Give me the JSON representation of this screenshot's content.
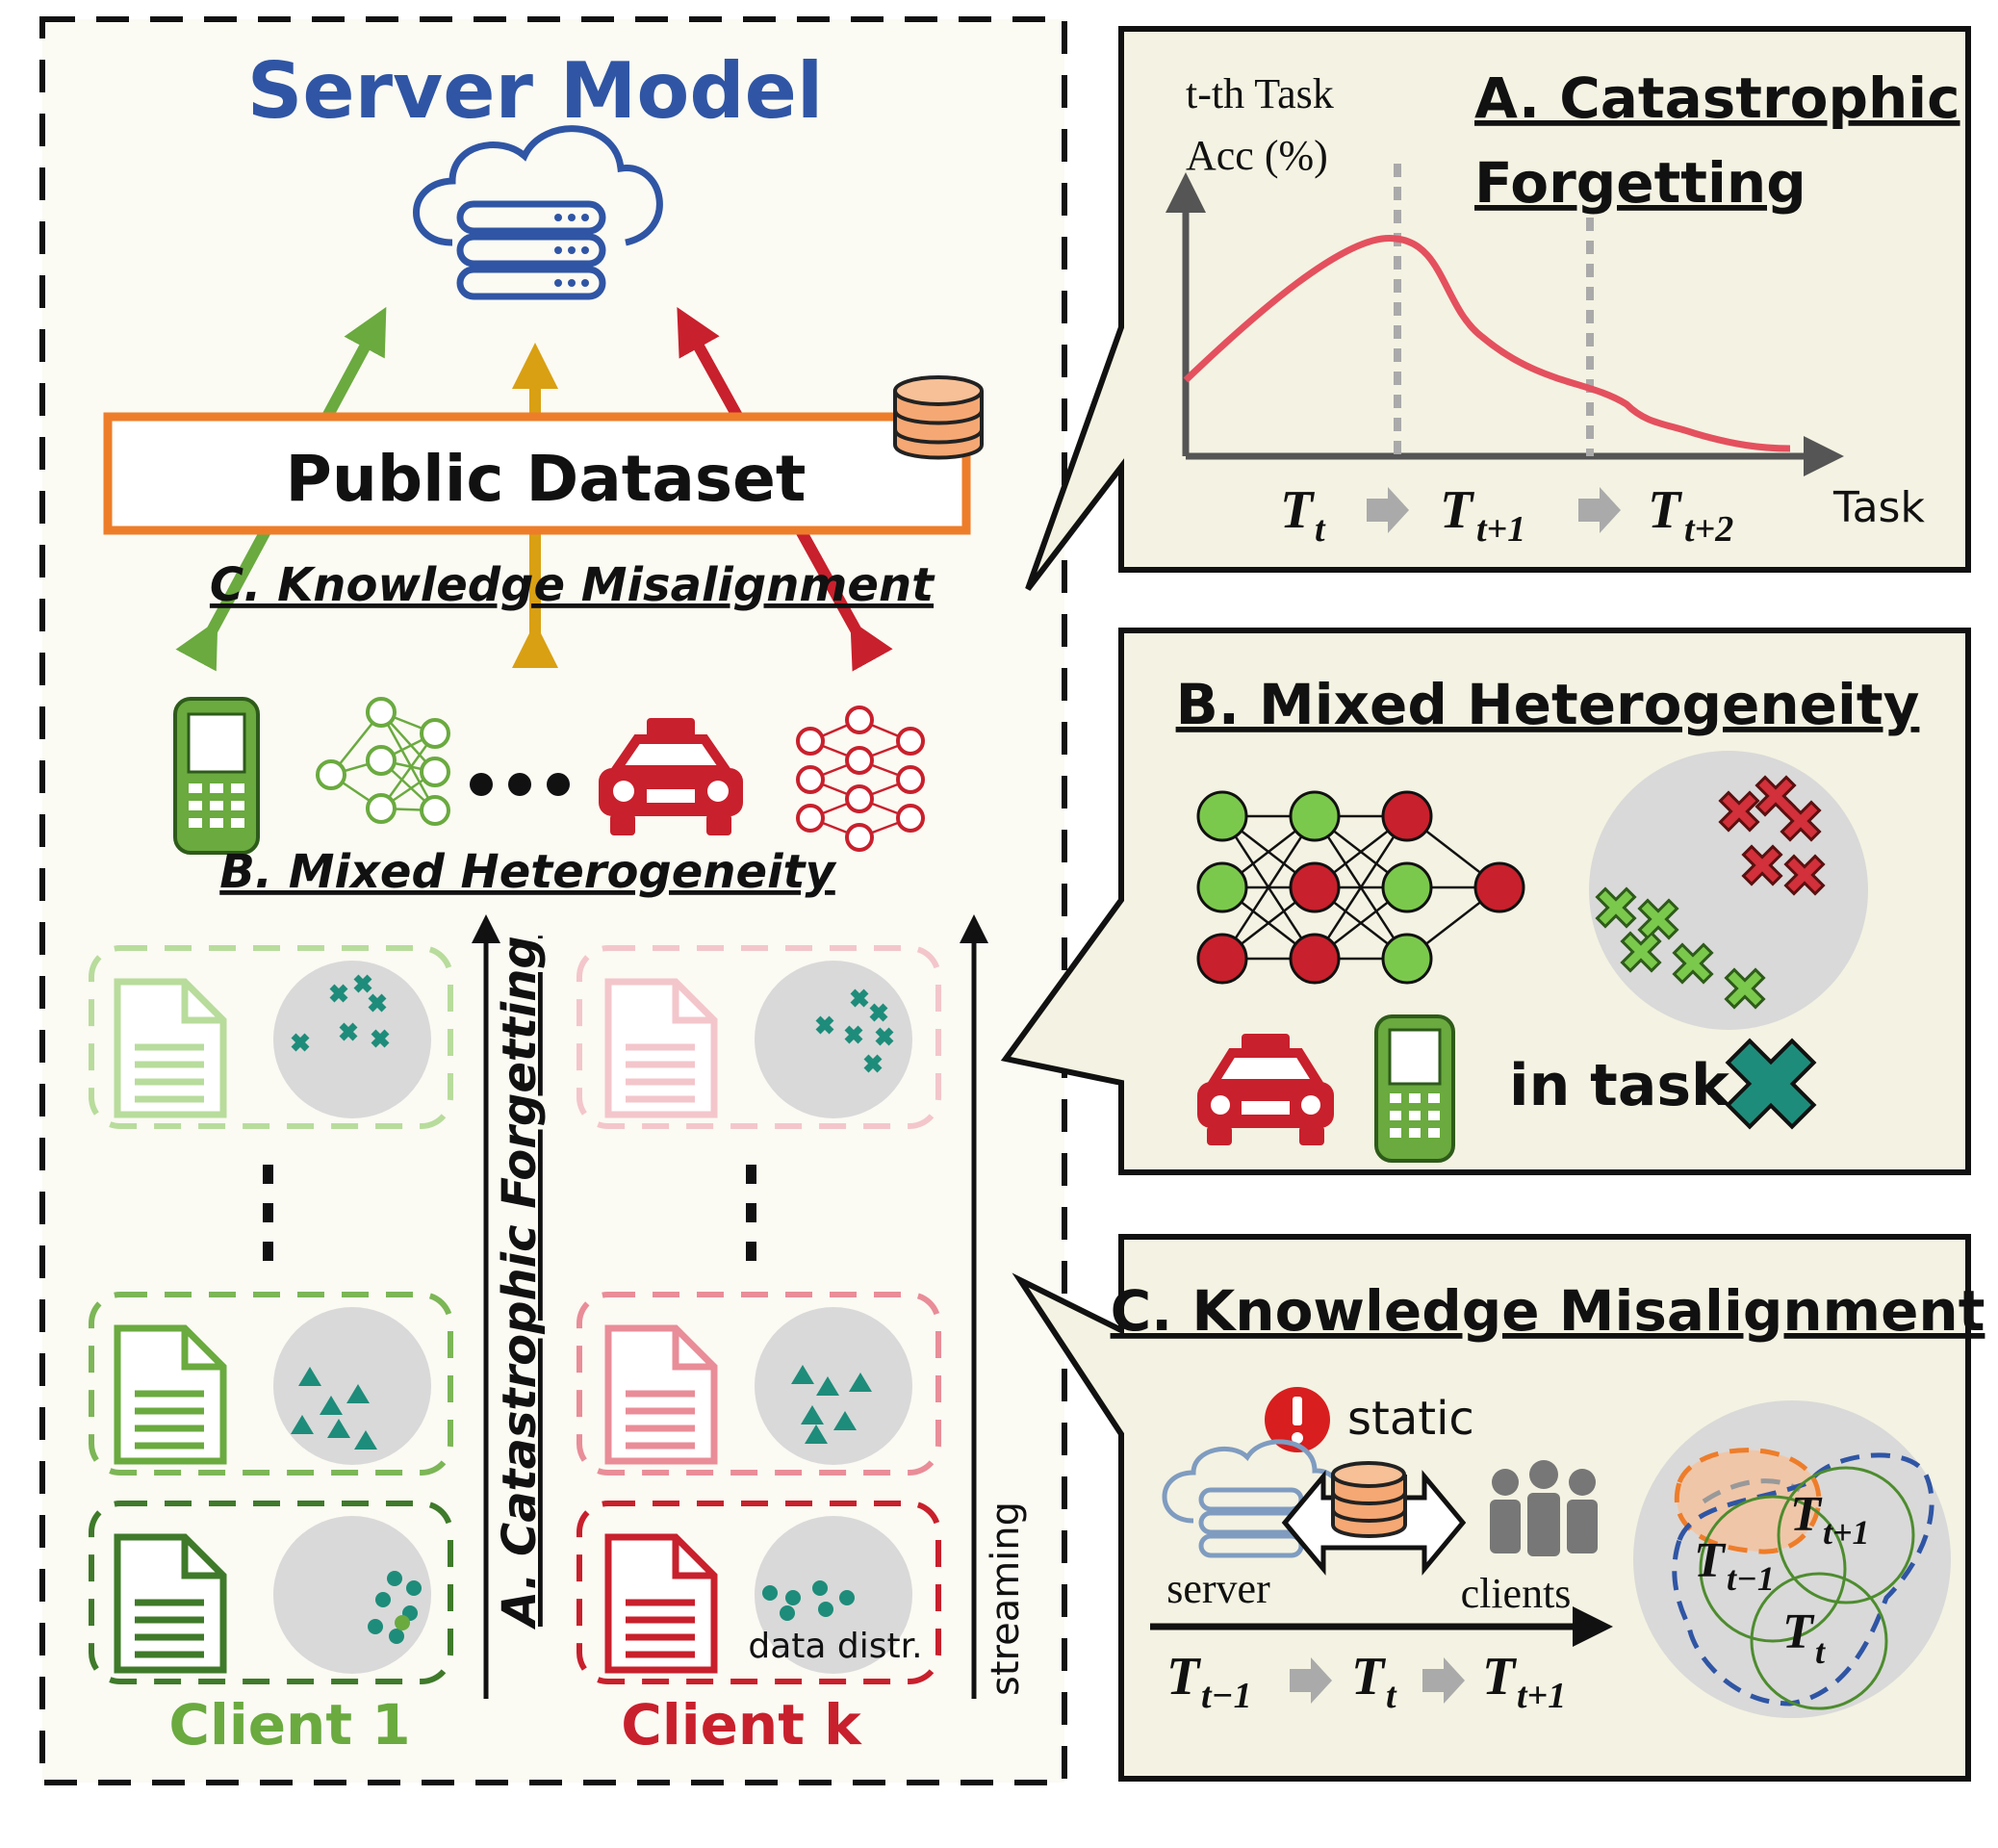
{
  "server": {
    "title": "Server Model",
    "public_dataset": "Public Dataset",
    "label_knowledge_misalignment": "C. Knowledge Misalignment",
    "label_mixed_heterogeneity": "B. Mixed Heterogeneity",
    "label_catastrophic_forgetting": "A. Catastrophic Forgetting",
    "label_streaming": "streaming",
    "label_data_distr": "data distr.",
    "client_1": "Client 1",
    "client_k": "Client k"
  },
  "panel_a": {
    "title_line1": "A. Catastrophic",
    "title_line2": "Forgetting",
    "ylabel_line1": "t-th Task",
    "ylabel_line2": "Acc (%)",
    "xlabel": "Task",
    "tasks": [
      {
        "base": "T",
        "sub": "t"
      },
      {
        "base": "T",
        "sub": "t+1"
      },
      {
        "base": "T",
        "sub": "t+2"
      }
    ]
  },
  "panel_b": {
    "title": "B. Mixed Heterogeneity",
    "in_task": "in task"
  },
  "panel_c": {
    "title": "C. Knowledge Misalignment",
    "static": "static",
    "server": "server",
    "clients": "clients",
    "tasks": [
      {
        "base": "T",
        "sub": "t−1"
      },
      {
        "base": "T",
        "sub": "t"
      },
      {
        "base": "T",
        "sub": "t+1"
      }
    ],
    "circles": [
      {
        "base": "T",
        "sub": "t−1"
      },
      {
        "base": "T",
        "sub": "t+1"
      },
      {
        "base": "T",
        "sub": "t"
      }
    ]
  },
  "colors": {
    "title_blue": "#2f55a4",
    "green": "#6aaa3f",
    "red": "#c8202c",
    "orange": "#ee7d2a",
    "gold": "#d9a013",
    "panel_bg": "#f4f2e2",
    "teal": "#1e8c7a"
  }
}
